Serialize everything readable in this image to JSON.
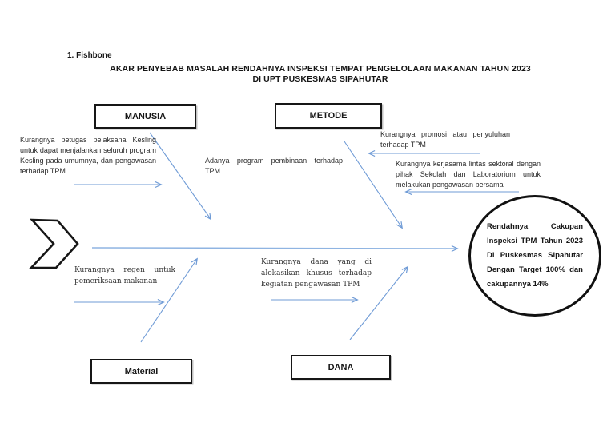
{
  "header": {
    "list_label": "1.   Fishbone",
    "title_line1": "AKAR PENYEBAB MASALAH RENDAHNYA INSPEKSI TEMPAT PENGELOLAAN MAKANAN TAHUN 2023",
    "title_line2": "DI UPT PUSKESMAS SIPAHUTAR"
  },
  "categories": {
    "manusia": "MANUSIA",
    "metode": "METODE",
    "material": "Material",
    "dana": "DANA"
  },
  "causes": {
    "manusia": "Kurangnya petugas pelaksana Kesling untuk dapat menjalankan seluruh program Kesling pada umumnya, dan pengawasan terhadap TPM.",
    "pembinaan": "Adanya program pembinaan terhadap TPM",
    "promosi": "Kurangnya promosi atau penyuluhan terhadap TPM",
    "kerjasama": "Kurangnya kerjasama lintas sektoral dengan pihak Sekolah dan Laboratorium untuk melakukan pengawasan bersama",
    "material": "Kurangnya regen untuk pemeriksaan makanan",
    "dana": "Kurangnya dana yang di alokasikan khusus terhadap kegiatan pengawasan TPM"
  },
  "effect": "Rendahnya Cakupan Inspeksi TPM Tahun 2023 Di Puskesmas Sipahutar Dengan Target 100% dan cakupannya 14%",
  "colors": {
    "arrow": "#6f9bd6",
    "spine": "#8fb4e2",
    "outline": "#161616"
  }
}
